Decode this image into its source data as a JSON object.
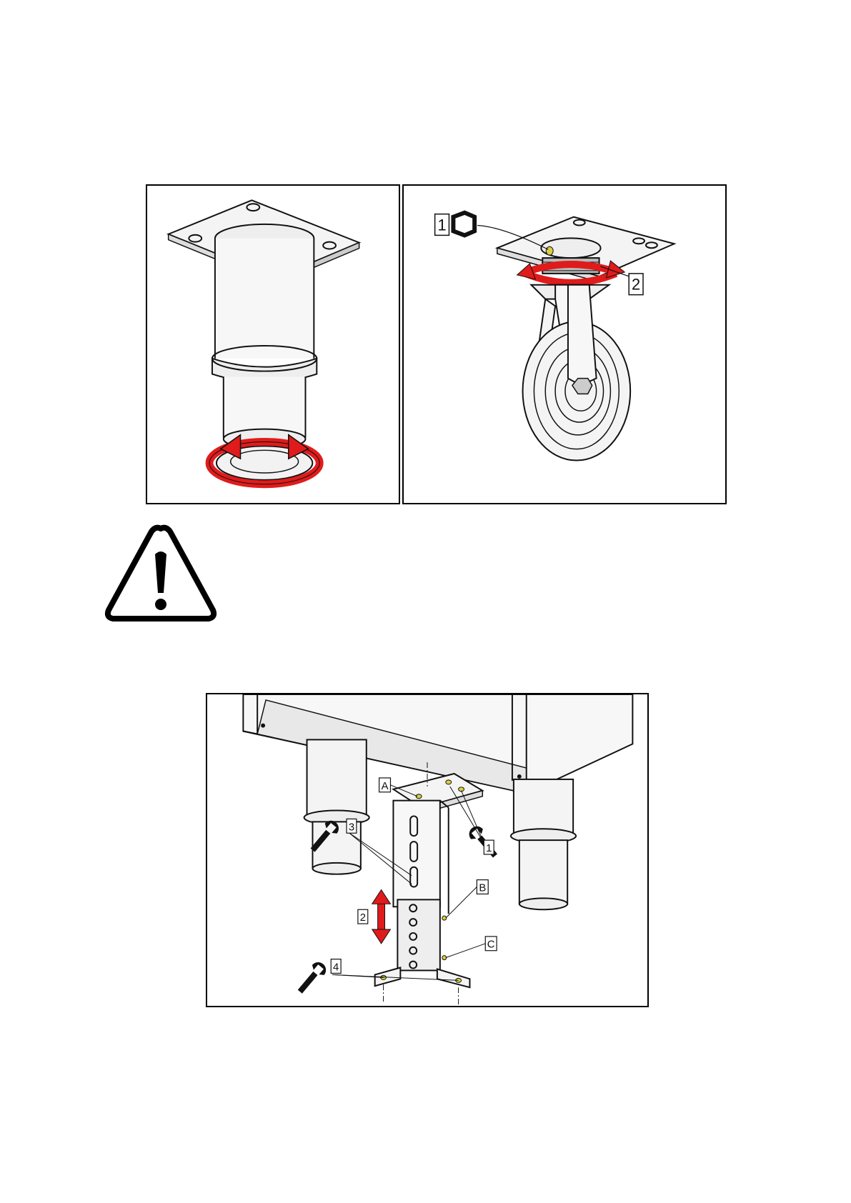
{
  "panel_leg": {
    "name": "adjustable-leg-figure"
  },
  "panel_wheel": {
    "name": "caster-wheel-figure",
    "callouts": [
      "1",
      "2"
    ]
  },
  "warning": {
    "icon": "warning-triangle-icon"
  },
  "panel_bracket": {
    "name": "leg-bracket-adjustment-figure",
    "callouts": [
      "A",
      "1",
      "3",
      "B",
      "2",
      "C",
      "4"
    ]
  },
  "colors": {
    "arrow": "#e01b1b",
    "line": "#111111",
    "hole": "#d8d040"
  }
}
